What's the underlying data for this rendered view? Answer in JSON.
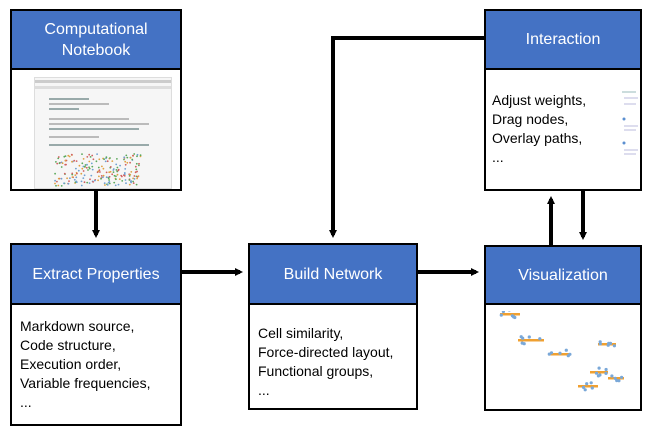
{
  "colors": {
    "header_bg": "#4472c4",
    "header_text": "#ffffff",
    "border": "#000000",
    "orange": "#f0a030",
    "blue": "#7aa8d8"
  },
  "boxes": {
    "notebook": {
      "title_lines": [
        "Computational",
        "Notebook"
      ]
    },
    "extract": {
      "title": "Extract Properties",
      "lines": [
        "Markdown source,",
        "Code structure,",
        "Execution order,",
        "Variable frequencies,",
        "..."
      ]
    },
    "build": {
      "title": "Build Network",
      "lines": [
        "Cell similarity,",
        "Force-directed layout,",
        "Functional groups,",
        "..."
      ]
    },
    "interaction": {
      "title": "Interaction",
      "lines": [
        "Adjust weights,",
        "Drag nodes,",
        "Overlay paths,",
        "..."
      ]
    },
    "visualization": {
      "title": "Visualization"
    }
  }
}
